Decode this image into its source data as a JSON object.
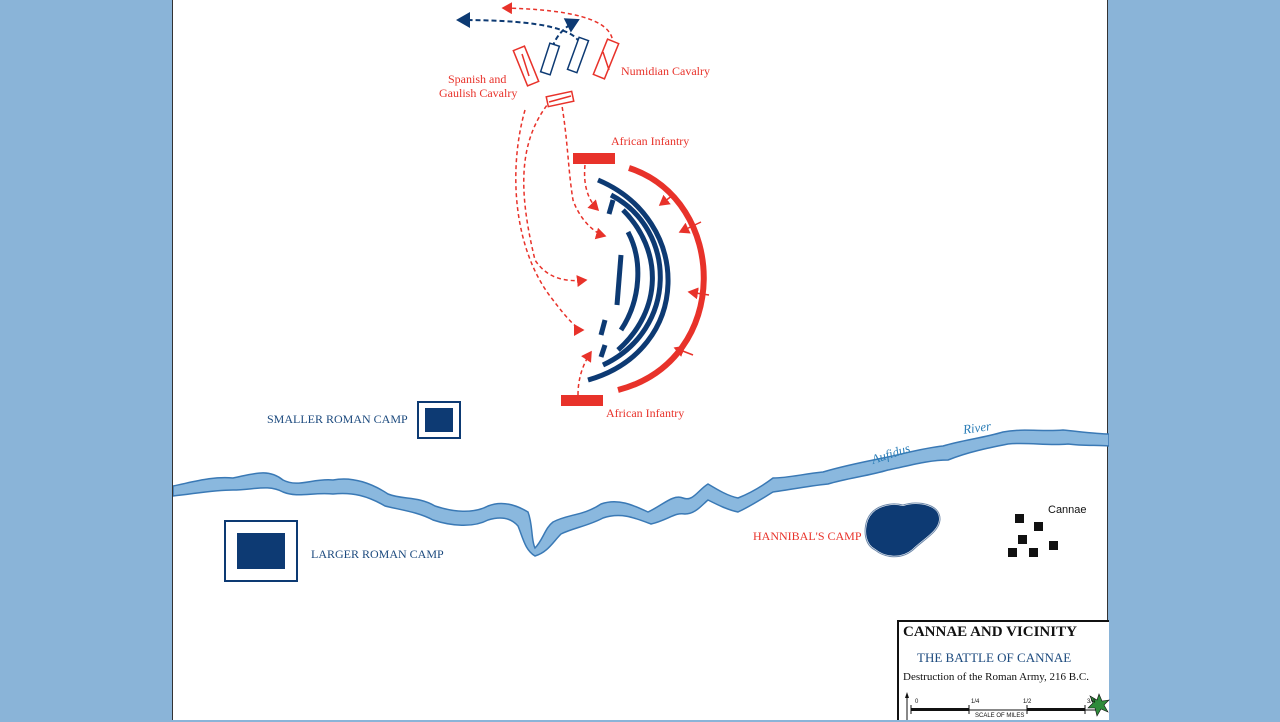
{
  "labels": {
    "numidian_cavalry": "Numidian Cavalry",
    "spanish_cavalry_1": "Spanish and",
    "spanish_cavalry_2": "Gaulish Cavalry",
    "african_infantry_top": "African Infantry",
    "african_infantry_bottom": "African Infantry",
    "smaller_camp": "SMALLER ROMAN CAMP",
    "larger_camp": "LARGER ROMAN CAMP",
    "hannibal_camp": "HANNIBAL'S CAMP",
    "cannae": "Cannae",
    "river_1": "Aufidus",
    "river_2": "River"
  },
  "legend": {
    "title": "CANNAE AND VICINITY",
    "subtitle": "THE BATTLE OF CANNAE",
    "caption": "Destruction of the Roman Army, 216 B.C.",
    "scale_label": "SCALE OF MILES",
    "scale_ticks": [
      "0",
      "1/4",
      "1/2",
      "3/4"
    ]
  },
  "colors": {
    "carthaginian": "#e8322a",
    "roman": "#0d3a73",
    "river_fill": "#8ab8de",
    "river_edge": "#3a79b5",
    "background": "#8ab4d8"
  }
}
